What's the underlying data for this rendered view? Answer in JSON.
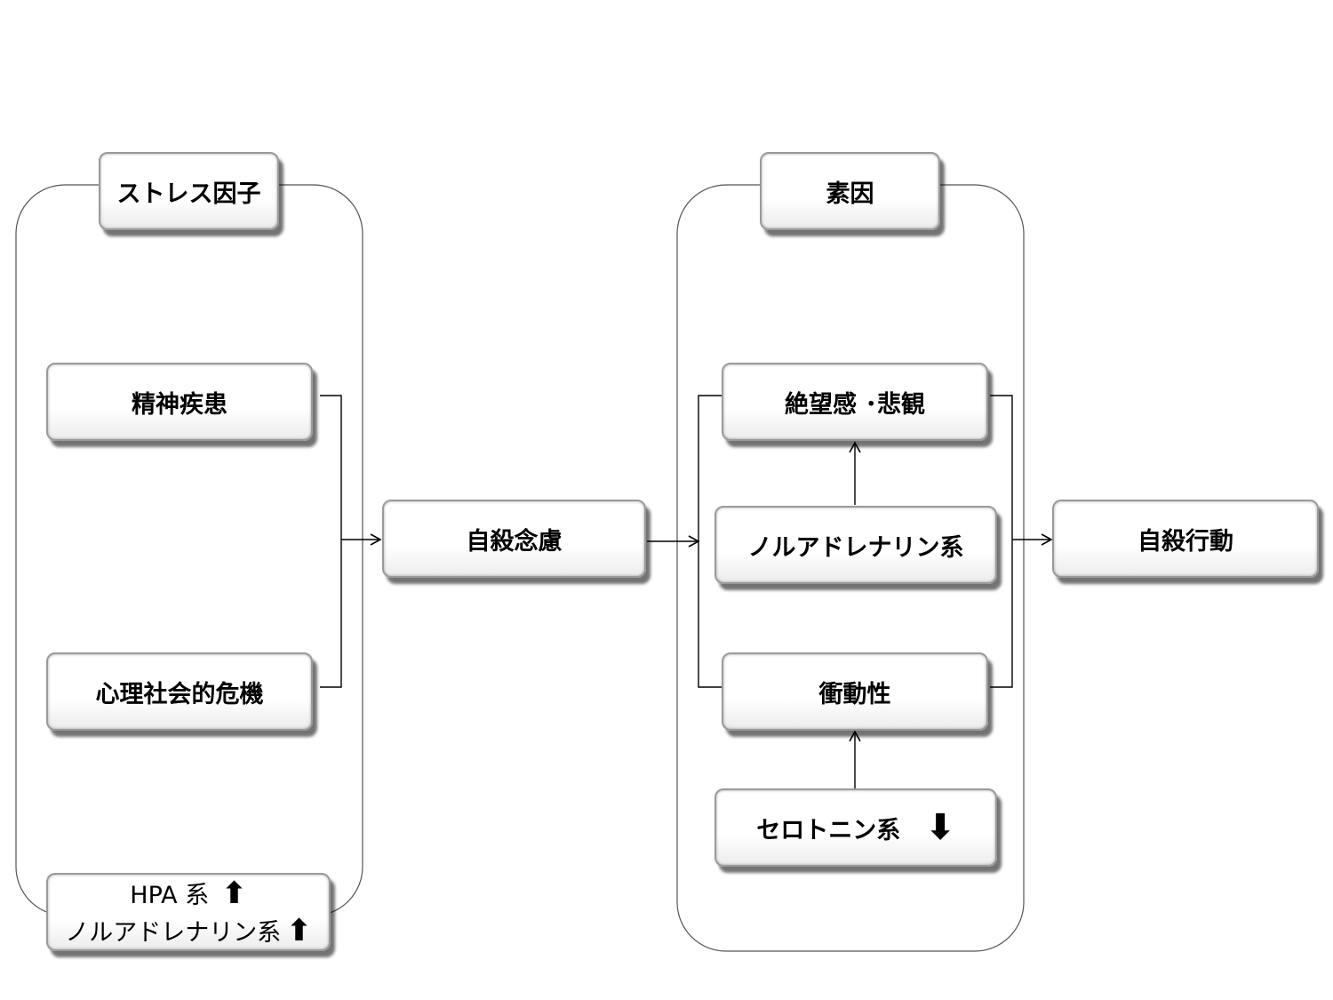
{
  "groups": {
    "stress_factors": "ストレス因子",
    "predisposition": "素因"
  },
  "nodes": {
    "mental_illness": "精神疾患",
    "psychosocial_crisis": "心理社会的危機",
    "hpa_line1": "HPA 系",
    "hpa_line2": "ノルアドレナリン系",
    "suicidal_ideation": "自殺念慮",
    "hopelessness": "絶望感 ･悲観",
    "noradrenaline": "ノルアドレナリン系",
    "impulsivity": "衝動性",
    "serotonin": "セロトニン系",
    "suicidal_behavior": "自殺行動"
  },
  "indicators": {
    "up": "⬆",
    "down": "⬇"
  }
}
